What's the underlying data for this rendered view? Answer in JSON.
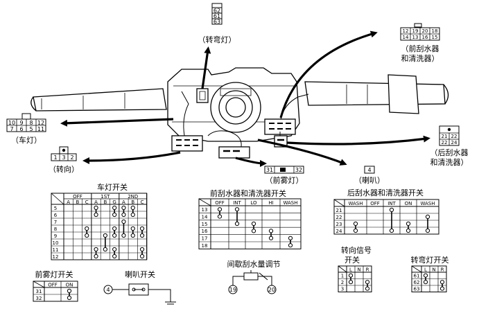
{
  "connectors": {
    "turn_lamp": {
      "pins": [
        "62",
        "61",
        "63"
      ],
      "label": "（转弯灯）"
    },
    "front_wiper": {
      "row1": [
        "12",
        "19",
        "20",
        "18"
      ],
      "row2": [
        "14",
        "13",
        "16",
        "15"
      ],
      "label1": "（前刮水器",
      "label2": "和清洗器）"
    },
    "lamp": {
      "row1": [
        "10",
        "9",
        "8",
        "12"
      ],
      "row2": [
        "7",
        "6",
        "5",
        "11"
      ],
      "label": "（车灯）"
    },
    "rear_wiper": {
      "row1": [
        "21",
        "22"
      ],
      "row2": [
        "22",
        "24"
      ],
      "label1": "（后刮水器",
      "label2": "和清洗器）"
    },
    "turn": {
      "pins": [
        "1",
        "3",
        "2"
      ],
      "label": "（转向）"
    },
    "fog": {
      "pins": [
        "31",
        "32"
      ],
      "label": "（前雾灯）"
    },
    "horn": {
      "pin": "4",
      "label": "（喇叭）"
    }
  },
  "tables": {
    "lamp_switch": {
      "title": "车灯开关",
      "group_headers": [
        "OFF",
        "1ST",
        "2ND"
      ],
      "sub_headers": [
        "A",
        "B",
        "C",
        "A",
        "B",
        "G",
        "A",
        "B",
        "C"
      ],
      "rows": [
        "5",
        "6",
        "7",
        "8",
        "9",
        "10",
        "11",
        "12"
      ]
    },
    "front_wiper_switch": {
      "title": "前刮水器和清洗器开关",
      "headers": [
        "OFF",
        "INT",
        "LO",
        "HI",
        "WASH"
      ],
      "rows": [
        "13",
        "14",
        "15",
        "16",
        "17",
        "18"
      ]
    },
    "rear_wiper_switch": {
      "title": "后刮水器和清洗器开关",
      "headers": [
        "WASH",
        "OFF",
        "INT",
        "ON",
        "WASH"
      ],
      "rows": [
        "21",
        "22",
        "23",
        "24"
      ]
    },
    "fog_switch": {
      "title": "前雾灯开关",
      "headers": [
        "OFF",
        "ON"
      ],
      "rows": [
        "31",
        "32"
      ]
    },
    "turn_signal_switch": {
      "title1": "转向信号",
      "title2": "开关",
      "headers": [
        "L",
        "N",
        "R"
      ],
      "rows": [
        "1",
        "2",
        "3"
      ]
    },
    "turn_lamp_switch": {
      "title": "转弯灯开关",
      "headers": [
        "L",
        "N",
        "R"
      ],
      "rows": [
        "61",
        "62",
        "63"
      ]
    }
  },
  "horn_switch": {
    "title": "喇叭开关",
    "pin": "4"
  },
  "intermittent": {
    "title": "间歇刮水量调节",
    "pins": [
      "19",
      "20"
    ]
  }
}
